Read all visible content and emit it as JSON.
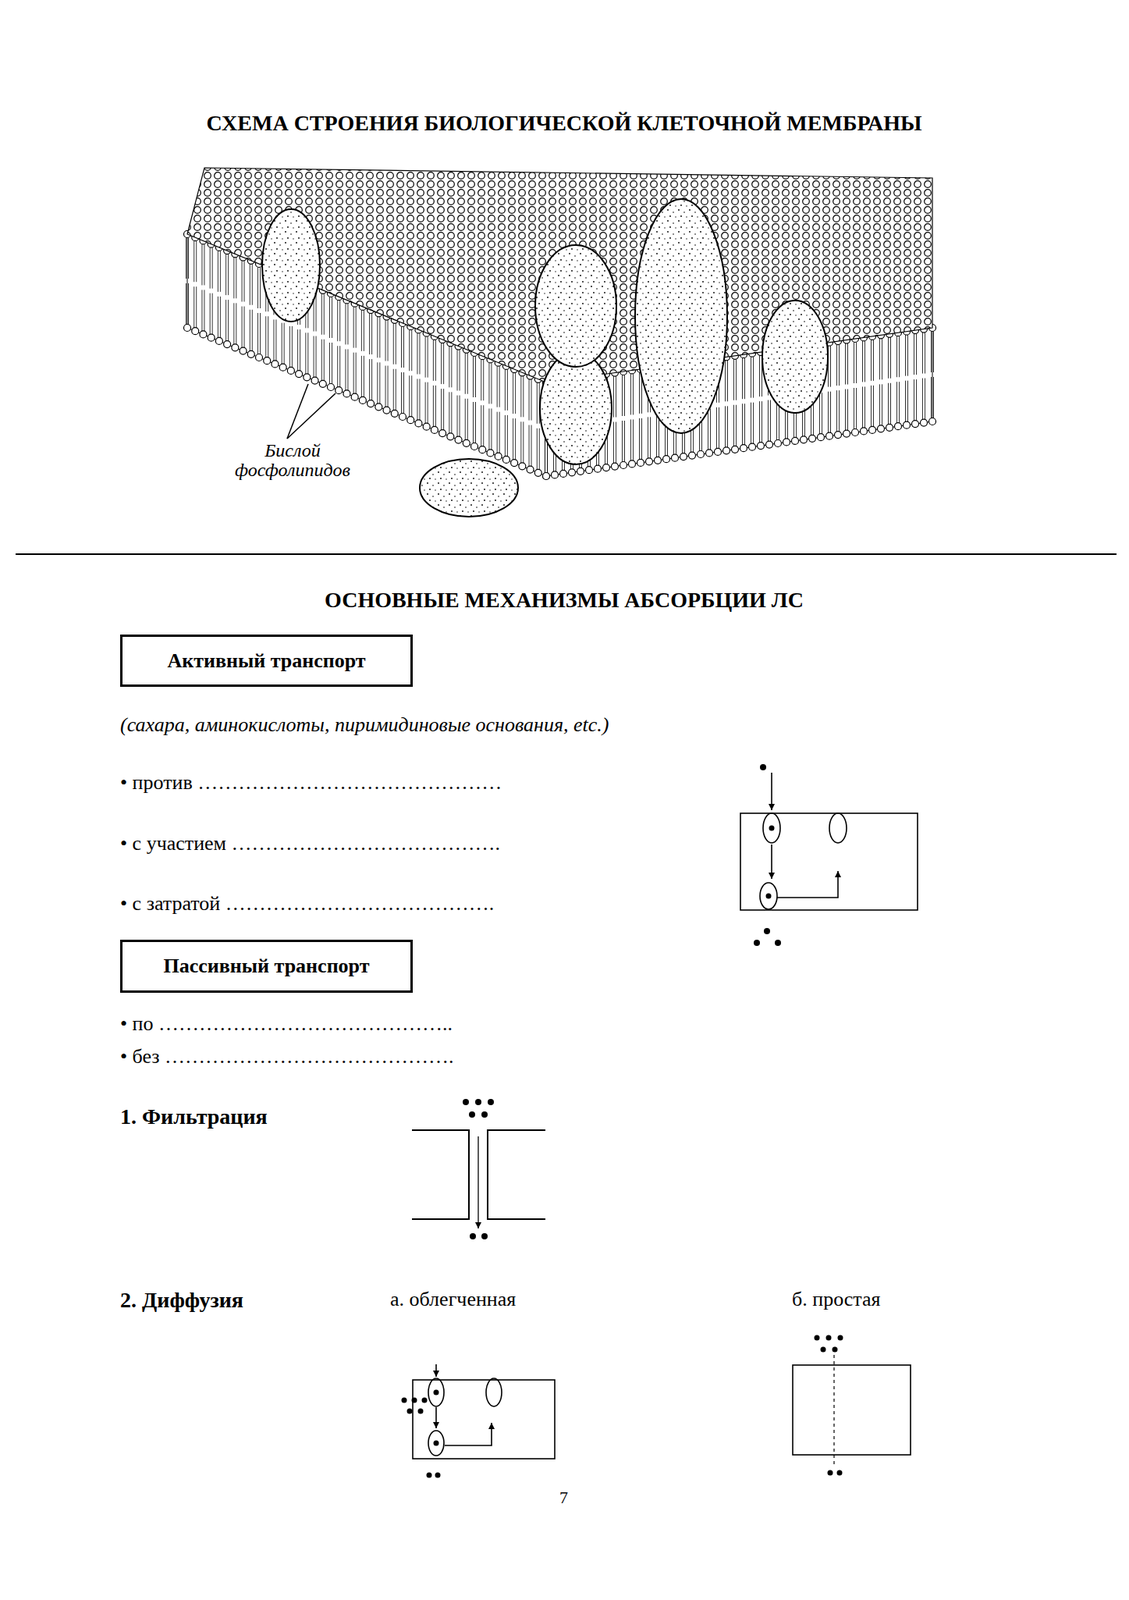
{
  "diagram": {
    "title": "СХЕМА СТРОЕНИЯ БИОЛОГИЧЕСКОЙ КЛЕТОЧНОЙ МЕМБРАНЫ",
    "nodes": [
      {
        "text": [
          "Активный транспорт"
        ]
      },
      {
        "text": [
          "Пассивный транспорт"
        ]
      }
    ],
    "labels": [
      "Бислой фосфолипидов",
      "ОСНОВНЫЕ МЕХАНИЗМЫ АБСОРБЦИИ ЛС",
      "(сахара, аминокислоты, пиримидиновые основания, etc.)",
      "• против ………………………………………",
      "• с участием ………………………………….",
      "• с затратой ………………………………….",
      "• по ……………………………………..",
      "• без …………………………………….",
      "1. Фильтрация",
      "2. Диффузия",
      "а. облегченная",
      "б. простая",
      "7"
    ]
  }
}
